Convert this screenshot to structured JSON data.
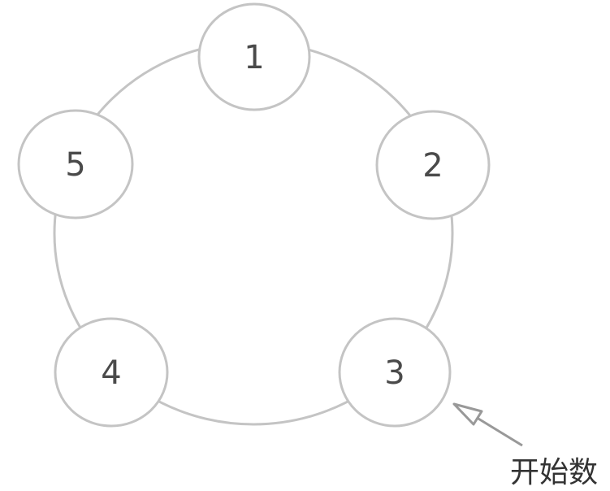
{
  "nodes": [
    {
      "label": "1"
    },
    {
      "label": "2"
    },
    {
      "label": "3"
    },
    {
      "label": "4"
    },
    {
      "label": "5"
    }
  ],
  "start_annotation": {
    "label": "开始数",
    "points_to": "3"
  },
  "colors": {
    "stroke": "#c4c4c4",
    "arrow": "#999999",
    "text": "#4a4a4a"
  }
}
